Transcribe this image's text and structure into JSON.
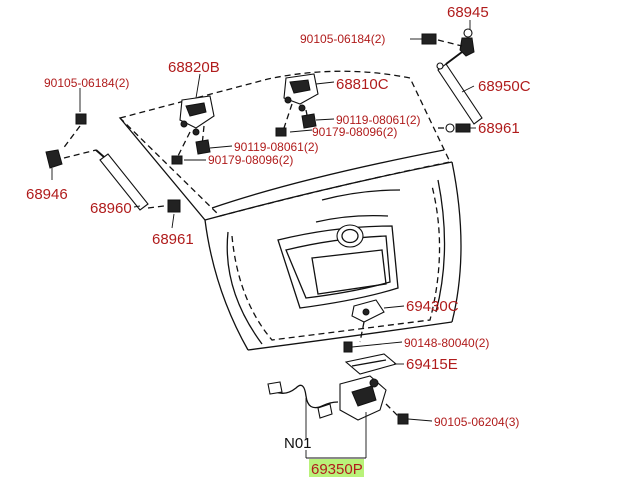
{
  "labels": {
    "l68945": "68945",
    "l90105_06184_top": "90105-06184(2)",
    "l68820b": "68820B",
    "l68810c": "68810C",
    "l90105_06184_left": "90105-06184(2)",
    "l68950c": "68950C",
    "l90119_right": "90119-08061(2)",
    "l90179_right": "90179-08096(2)",
    "l68961_right": "68961",
    "l90119_left": "90119-08061(2)",
    "l90179_left": "90179-08096(2)",
    "l68946": "68946",
    "l68960": "68960",
    "l68961_left": "68961",
    "l69430c": "69430C",
    "l90148": "90148-80040(2)",
    "l69415e": "69415E",
    "l90105_06204": "90105-06204(3)",
    "lN01": "N01",
    "l69350p": "69350P"
  },
  "colors": {
    "label": "#b01c1c",
    "highlight": "#b9f27a",
    "line": "#111111"
  }
}
